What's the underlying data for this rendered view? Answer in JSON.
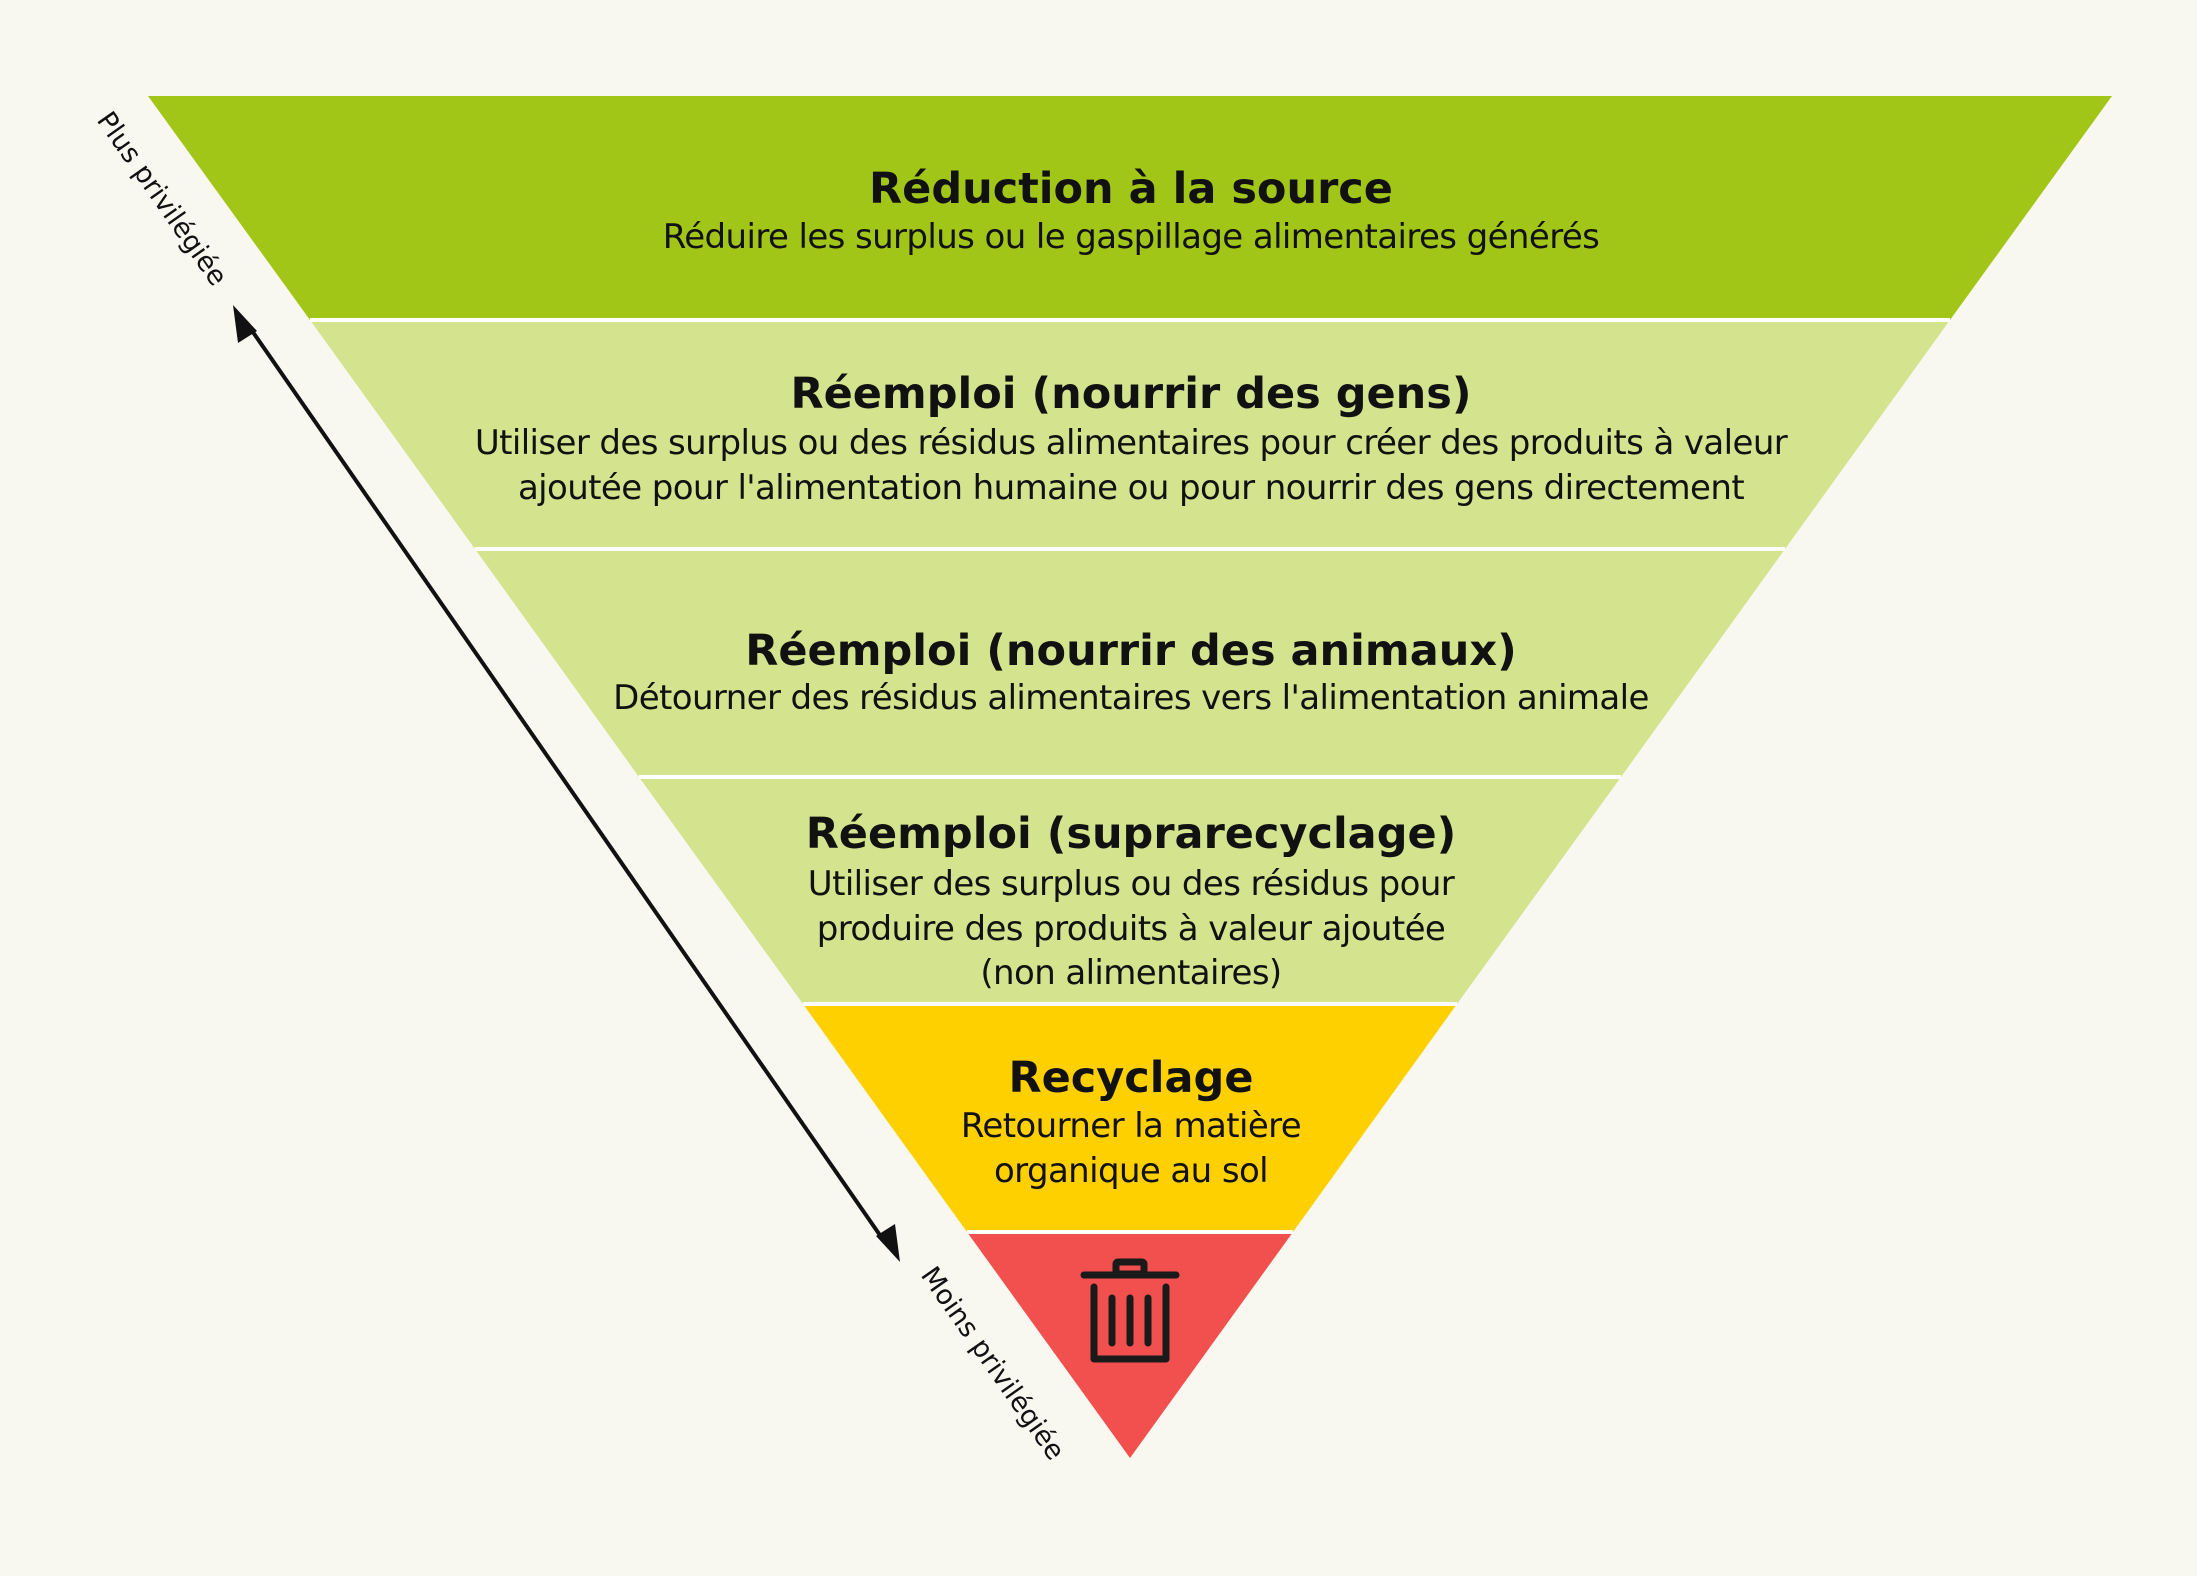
{
  "colors": {
    "background": "#f8f8f0",
    "reduction": "#a2c617",
    "reuse": "#d4e38e",
    "recycling": "#ffd000",
    "disposal": "#f2504e",
    "separator": "#ffffff"
  },
  "tiers": [
    {
      "title": "Réduction à la source",
      "lines": [
        "Réduire les surplus ou le gaspillage alimentaires générés"
      ]
    },
    {
      "title": "Réemploi (nourrir des gens)",
      "lines": [
        "Utiliser des surplus ou des résidus alimentaires pour créer des produits à valeur",
        "ajoutée pour l'alimentation humaine ou pour nourrir des gens directement"
      ]
    },
    {
      "title": "Réemploi (nourrir des animaux)",
      "lines": [
        "Détourner des résidus alimentaires vers l'alimentation animale"
      ]
    },
    {
      "title": "Réemploi (suprarecyclage)",
      "lines": [
        "Utiliser des surplus ou des résidus pour",
        "produire des produits à valeur ajoutée",
        "(non alimentaires)"
      ]
    },
    {
      "title": "Recyclage",
      "lines": [
        "Retourner la matière",
        "organique au sol"
      ]
    }
  ],
  "bottom_icon": "trash-can-icon",
  "axis": {
    "top_label": "Plus privilégiée",
    "bottom_label": "Moins privilégiée"
  }
}
